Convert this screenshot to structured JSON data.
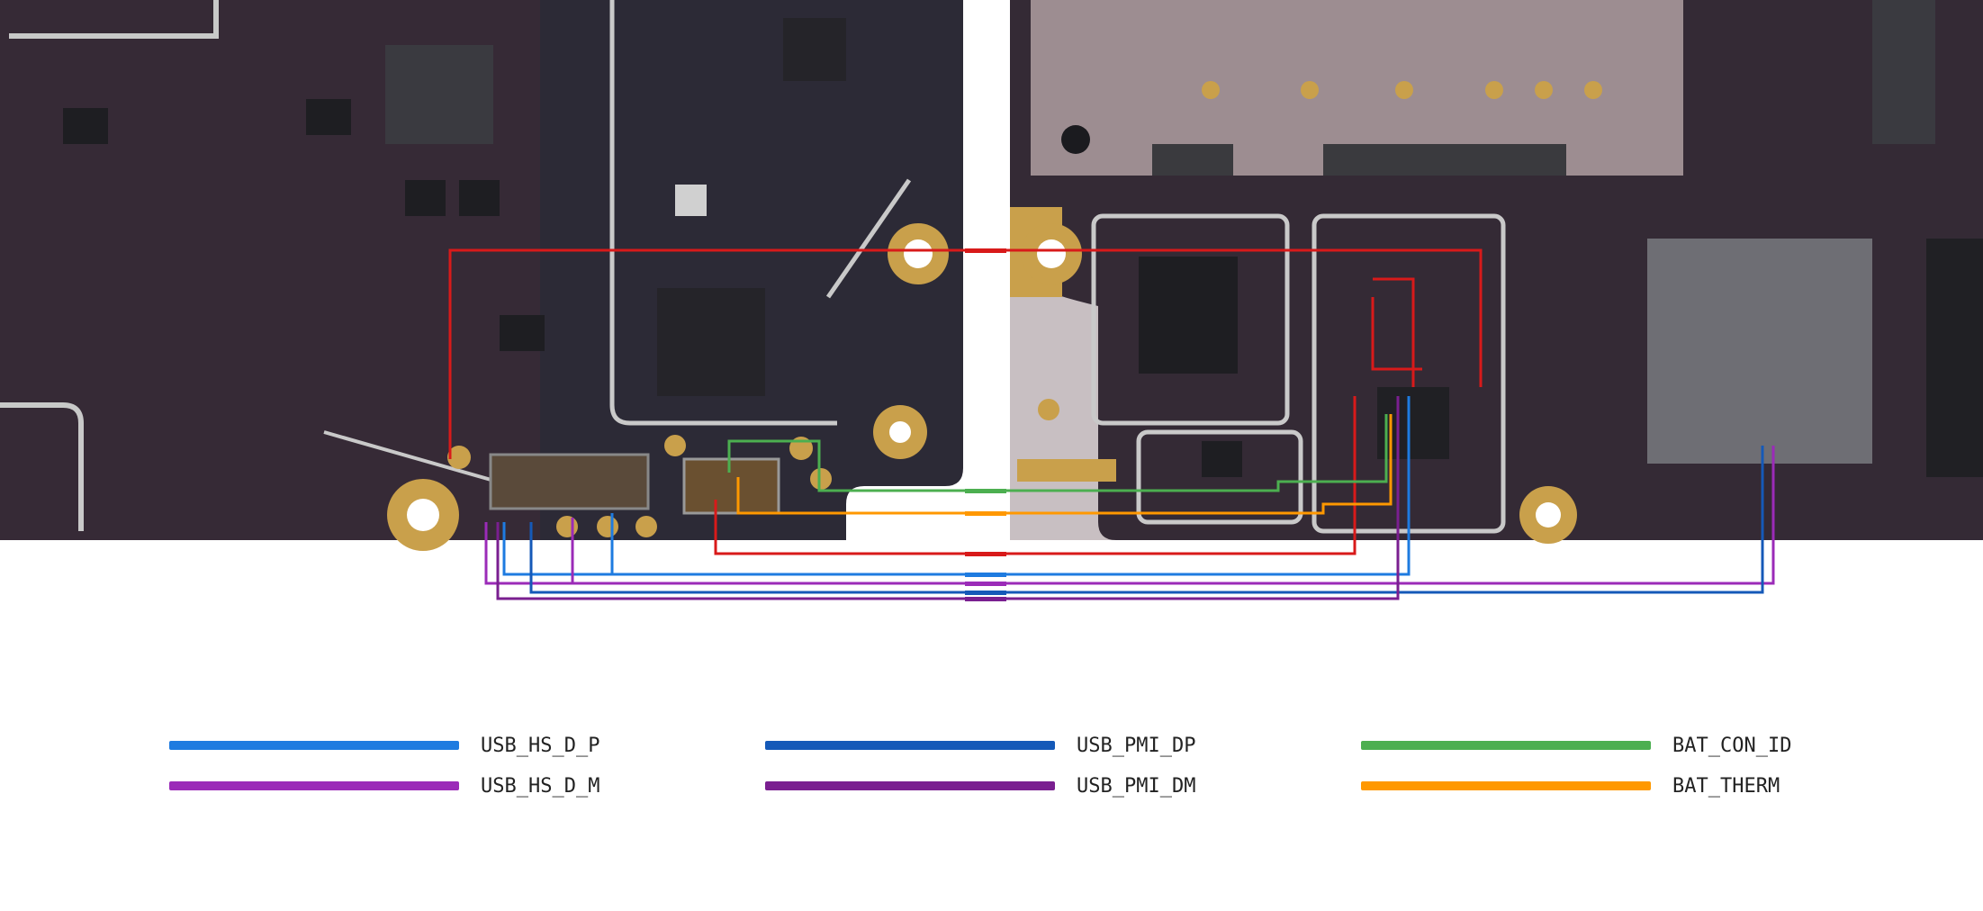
{
  "diagram": {
    "board_color": "#2b2a35",
    "board_tint": "#5a2a35",
    "legend": [
      {
        "label": "USB_HS_D_P",
        "color": "#1e7be0"
      },
      {
        "label": "USB_HS_D_M",
        "color": "#9b2bb8"
      },
      {
        "label": "USB_PMI_DP",
        "color": "#1559b8"
      },
      {
        "label": "USB_PMI_DM",
        "color": "#7a1f90"
      },
      {
        "label": "BAT_CON_ID",
        "color": "#4caf50"
      },
      {
        "label": "BAT_THERM",
        "color": "#ff9800"
      }
    ],
    "extra_trace_color": "#d81a1a"
  }
}
